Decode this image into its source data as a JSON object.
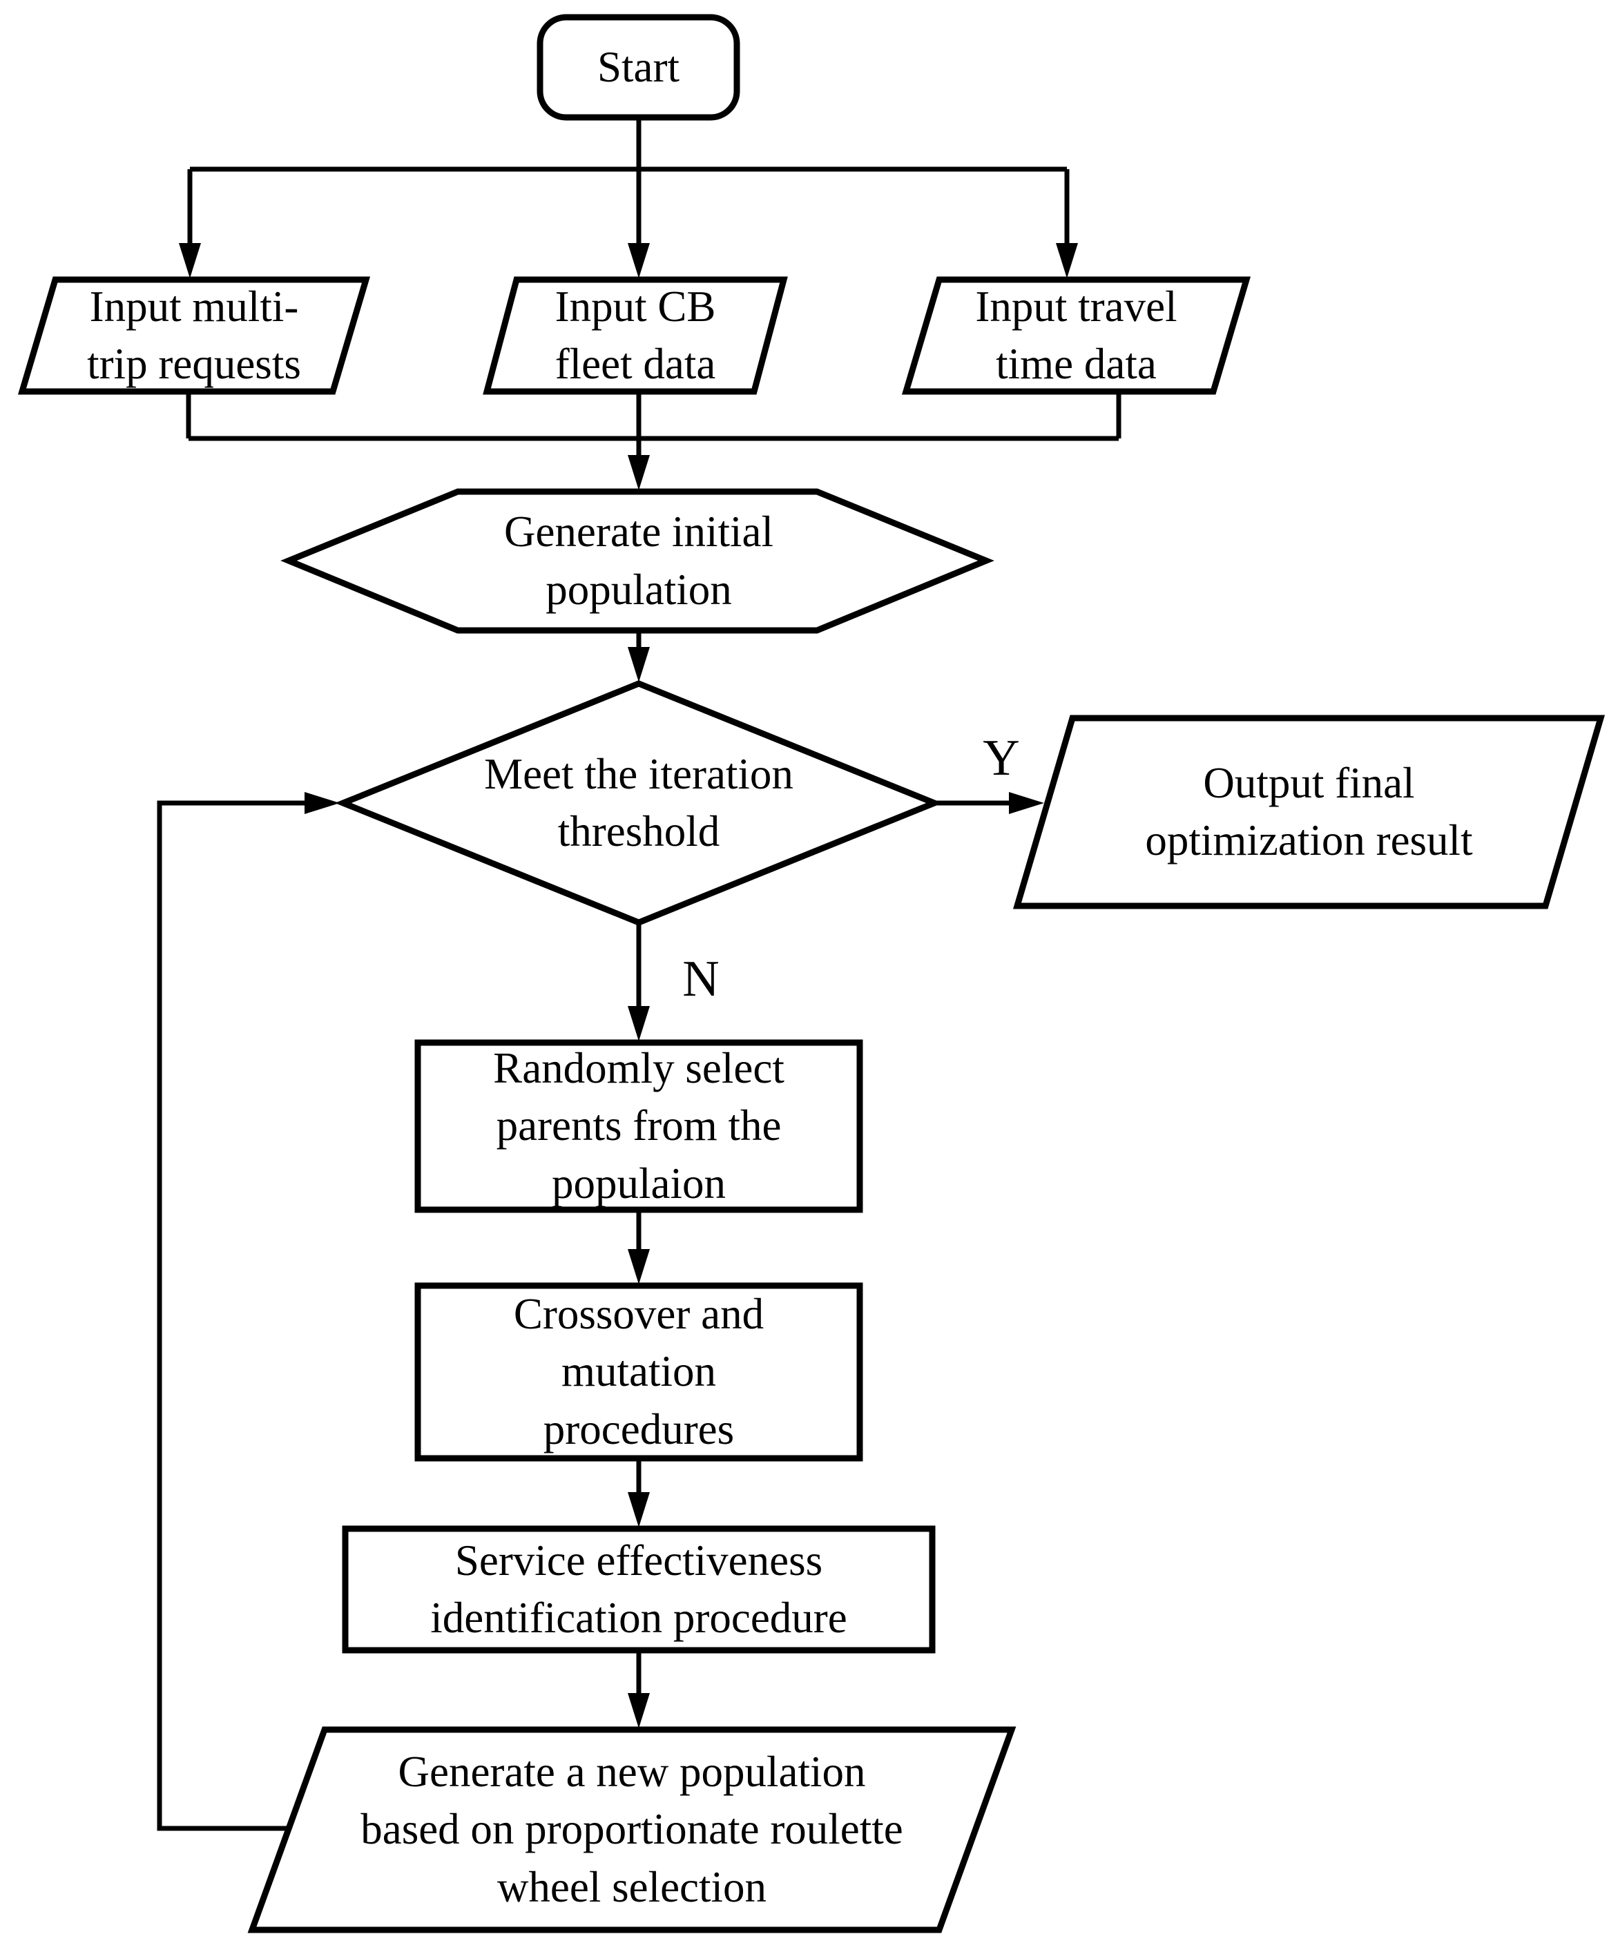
{
  "diagram": {
    "type": "flowchart",
    "colors": {
      "stroke": "#000000",
      "background": "#ffffff"
    },
    "nodes": {
      "start": {
        "shape": "terminator",
        "label": "Start"
      },
      "input_trips": {
        "shape": "parallelogram",
        "label": "Input multi-\ntrip requests"
      },
      "input_fleet": {
        "shape": "parallelogram",
        "label": "Input CB\nfleet data"
      },
      "input_travel": {
        "shape": "parallelogram",
        "label": "Input travel\ntime data"
      },
      "gen_initial": {
        "shape": "hexagon",
        "label": "Generate initial\npopulation"
      },
      "iteration": {
        "shape": "decision",
        "label": "Meet the iteration\nthreshold"
      },
      "output": {
        "shape": "parallelogram",
        "label": "Output final\noptimization result"
      },
      "select_parents": {
        "shape": "process",
        "label": "Randomly select\nparents from the\npopulaion"
      },
      "crossover": {
        "shape": "process",
        "label": "Crossover and\nmutation\nprocedures"
      },
      "service_eff": {
        "shape": "process",
        "label": "Service effectiveness\nidentification procedure"
      },
      "new_population": {
        "shape": "parallelogram",
        "label": "Generate a new population\nbased on proportionate roulette\nwheel selection"
      }
    },
    "edge_labels": {
      "yes": "Y",
      "no": "N"
    }
  }
}
